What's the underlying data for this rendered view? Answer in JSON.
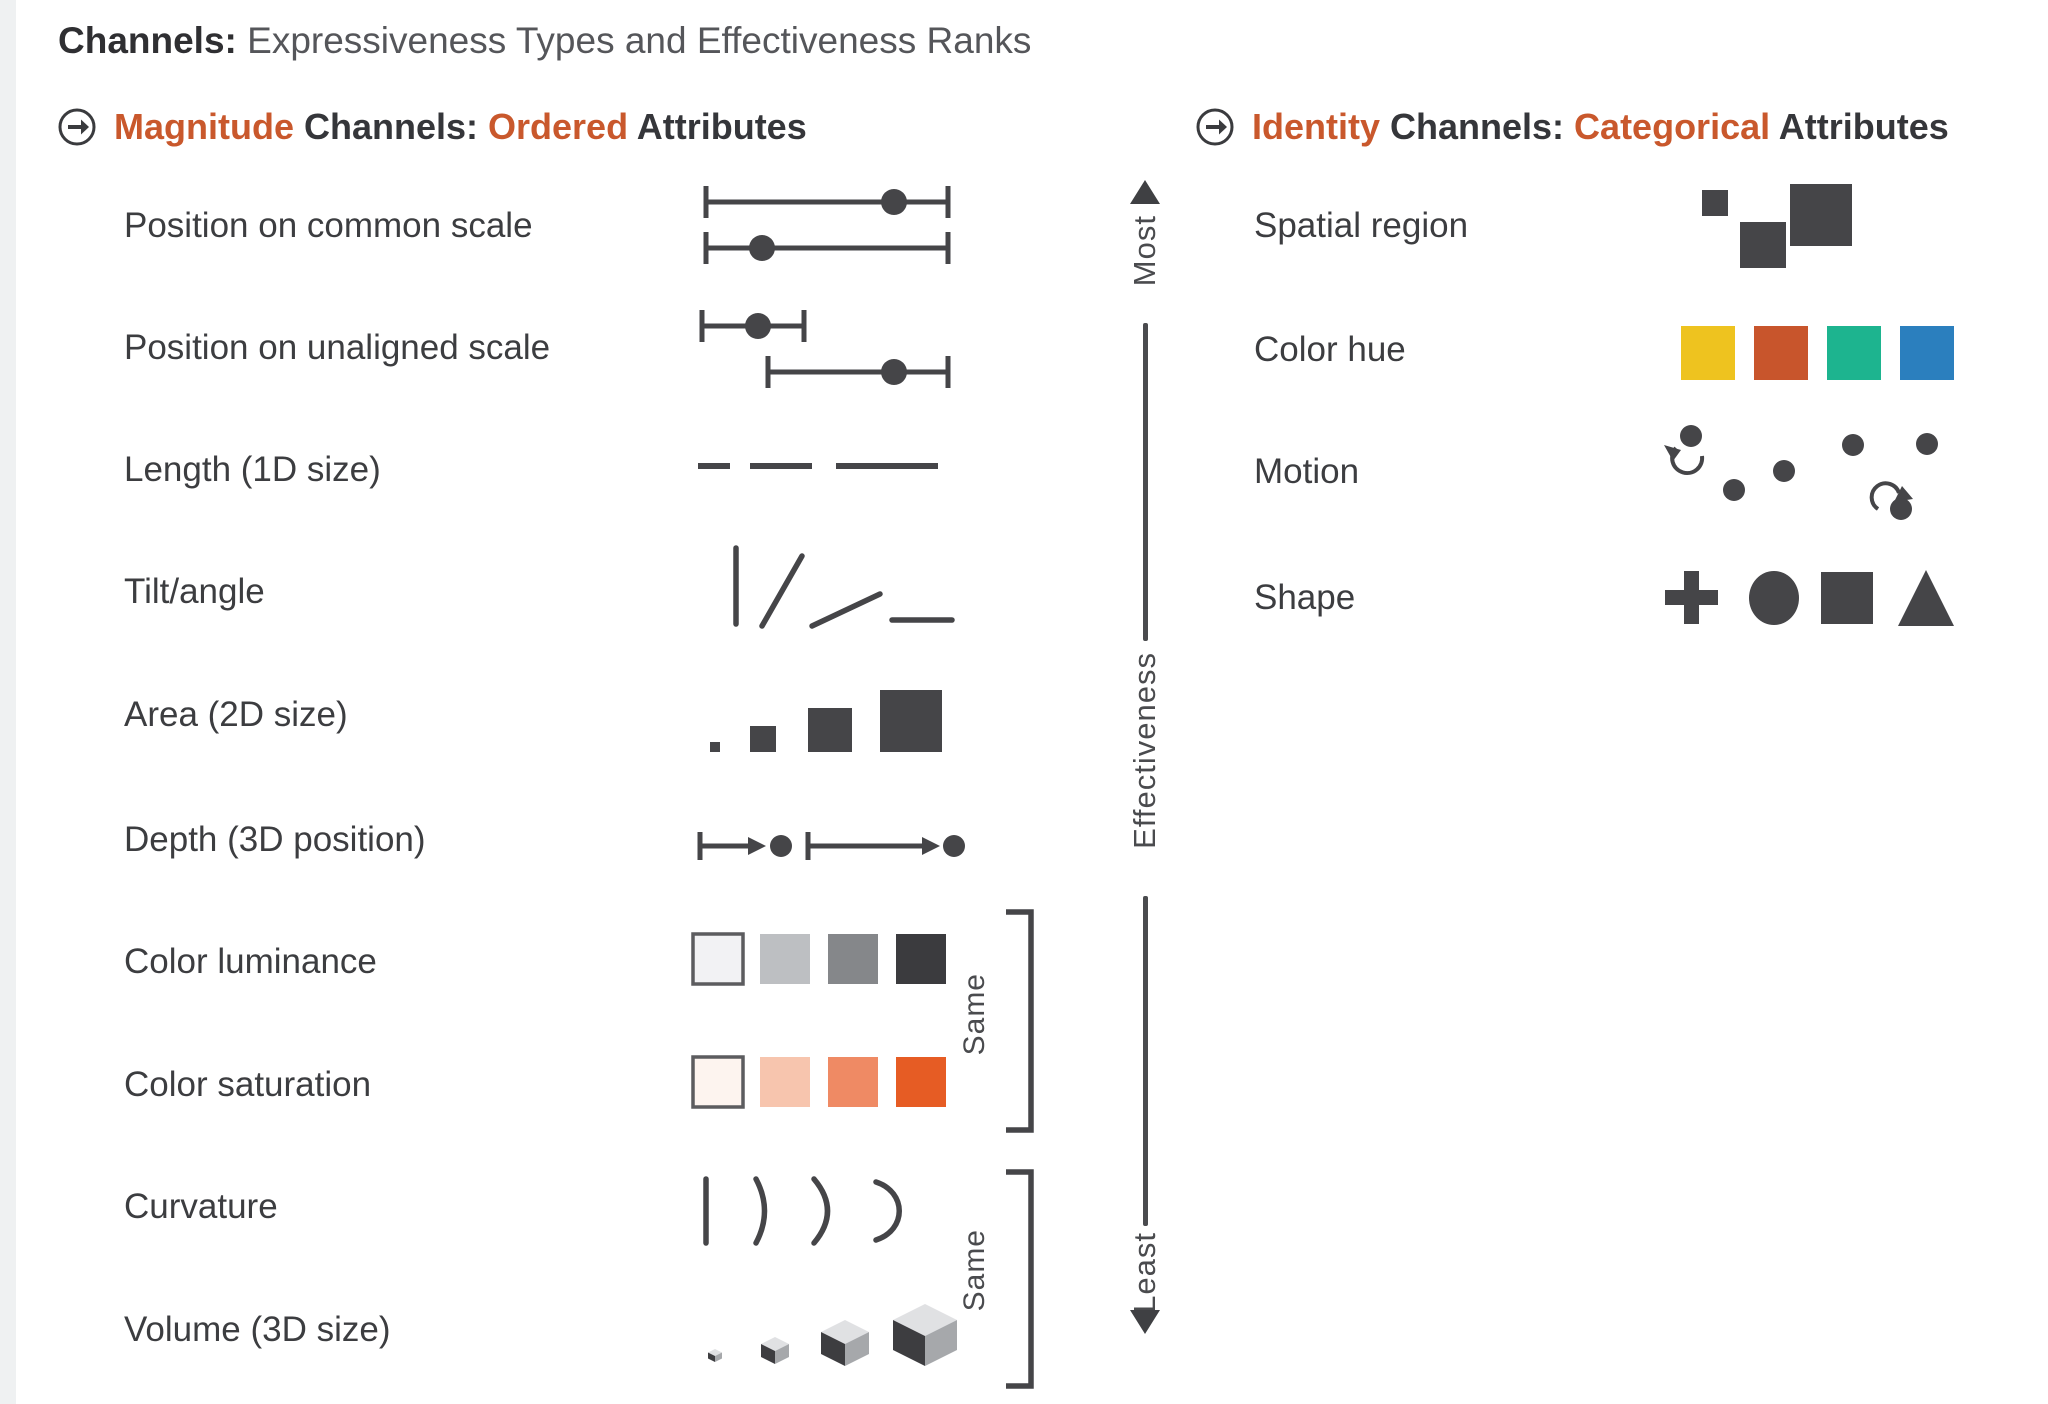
{
  "title": {
    "bold": "Channels:",
    "rest": " Expressiveness Types and Effectiveness Ranks"
  },
  "sections": {
    "magnitude": {
      "icon": "circled-right-arrow-icon",
      "accent1": "Magnitude",
      "mid": " Channels: ",
      "accent2": "Ordered",
      "tail": " Attributes"
    },
    "identity": {
      "icon": "circled-right-arrow-icon",
      "accent1": "Identity",
      "mid": " Channels: ",
      "accent2": "Categorical",
      "tail": " Attributes"
    }
  },
  "magnitude_rows": [
    {
      "label": "Position on common scale",
      "glyph": "aligned-dot-scales"
    },
    {
      "label": "Position on unaligned scale",
      "glyph": "unaligned-dot-scales"
    },
    {
      "label": "Length (1D size)",
      "glyph": "line-lengths"
    },
    {
      "label": "Tilt/angle",
      "glyph": "tilted-lines"
    },
    {
      "label": "Area (2D size)",
      "glyph": "sized-squares"
    },
    {
      "label": "Depth (3D position)",
      "glyph": "depth-arrows"
    },
    {
      "label": "Color luminance",
      "glyph": "luminance-ramp"
    },
    {
      "label": "Color saturation",
      "glyph": "saturation-ramp"
    },
    {
      "label": "Curvature",
      "glyph": "curvature-arcs"
    },
    {
      "label": "Volume (3D size)",
      "glyph": "sized-cubes"
    }
  ],
  "identity_rows": [
    {
      "label": "Spatial region",
      "glyph": "scattered-squares"
    },
    {
      "label": "Color hue",
      "glyph": "hue-swatches"
    },
    {
      "label": "Motion",
      "glyph": "moving-dots-with-rotation-arrows"
    },
    {
      "label": "Shape",
      "glyph": "plus-circle-square-triangle"
    }
  ],
  "axis": {
    "top": "Most",
    "label": "Effectiveness",
    "bottom": "Least"
  },
  "brackets": [
    {
      "label": "Same"
    },
    {
      "label": "Same"
    }
  ],
  "colors": {
    "accent_orange": "#c9582c",
    "glyph_dark": "#454548",
    "text_dark": "#3c3d40",
    "hue_swatches": [
      "#eec31f",
      "#c8552c",
      "#1db48f",
      "#2b7fbe"
    ],
    "saturation_ramp": [
      "#fdf4ef",
      "#f7c5ae",
      "#ef8a64",
      "#e65c24"
    ],
    "luminance_ramp": [
      "#f2f2f4",
      "#bdbfc2",
      "#85878a",
      "#3b3b3e"
    ],
    "cube_faces": {
      "top": "#e0e1e3",
      "left": "#3d3d40",
      "right": "#a6a8ab"
    }
  }
}
